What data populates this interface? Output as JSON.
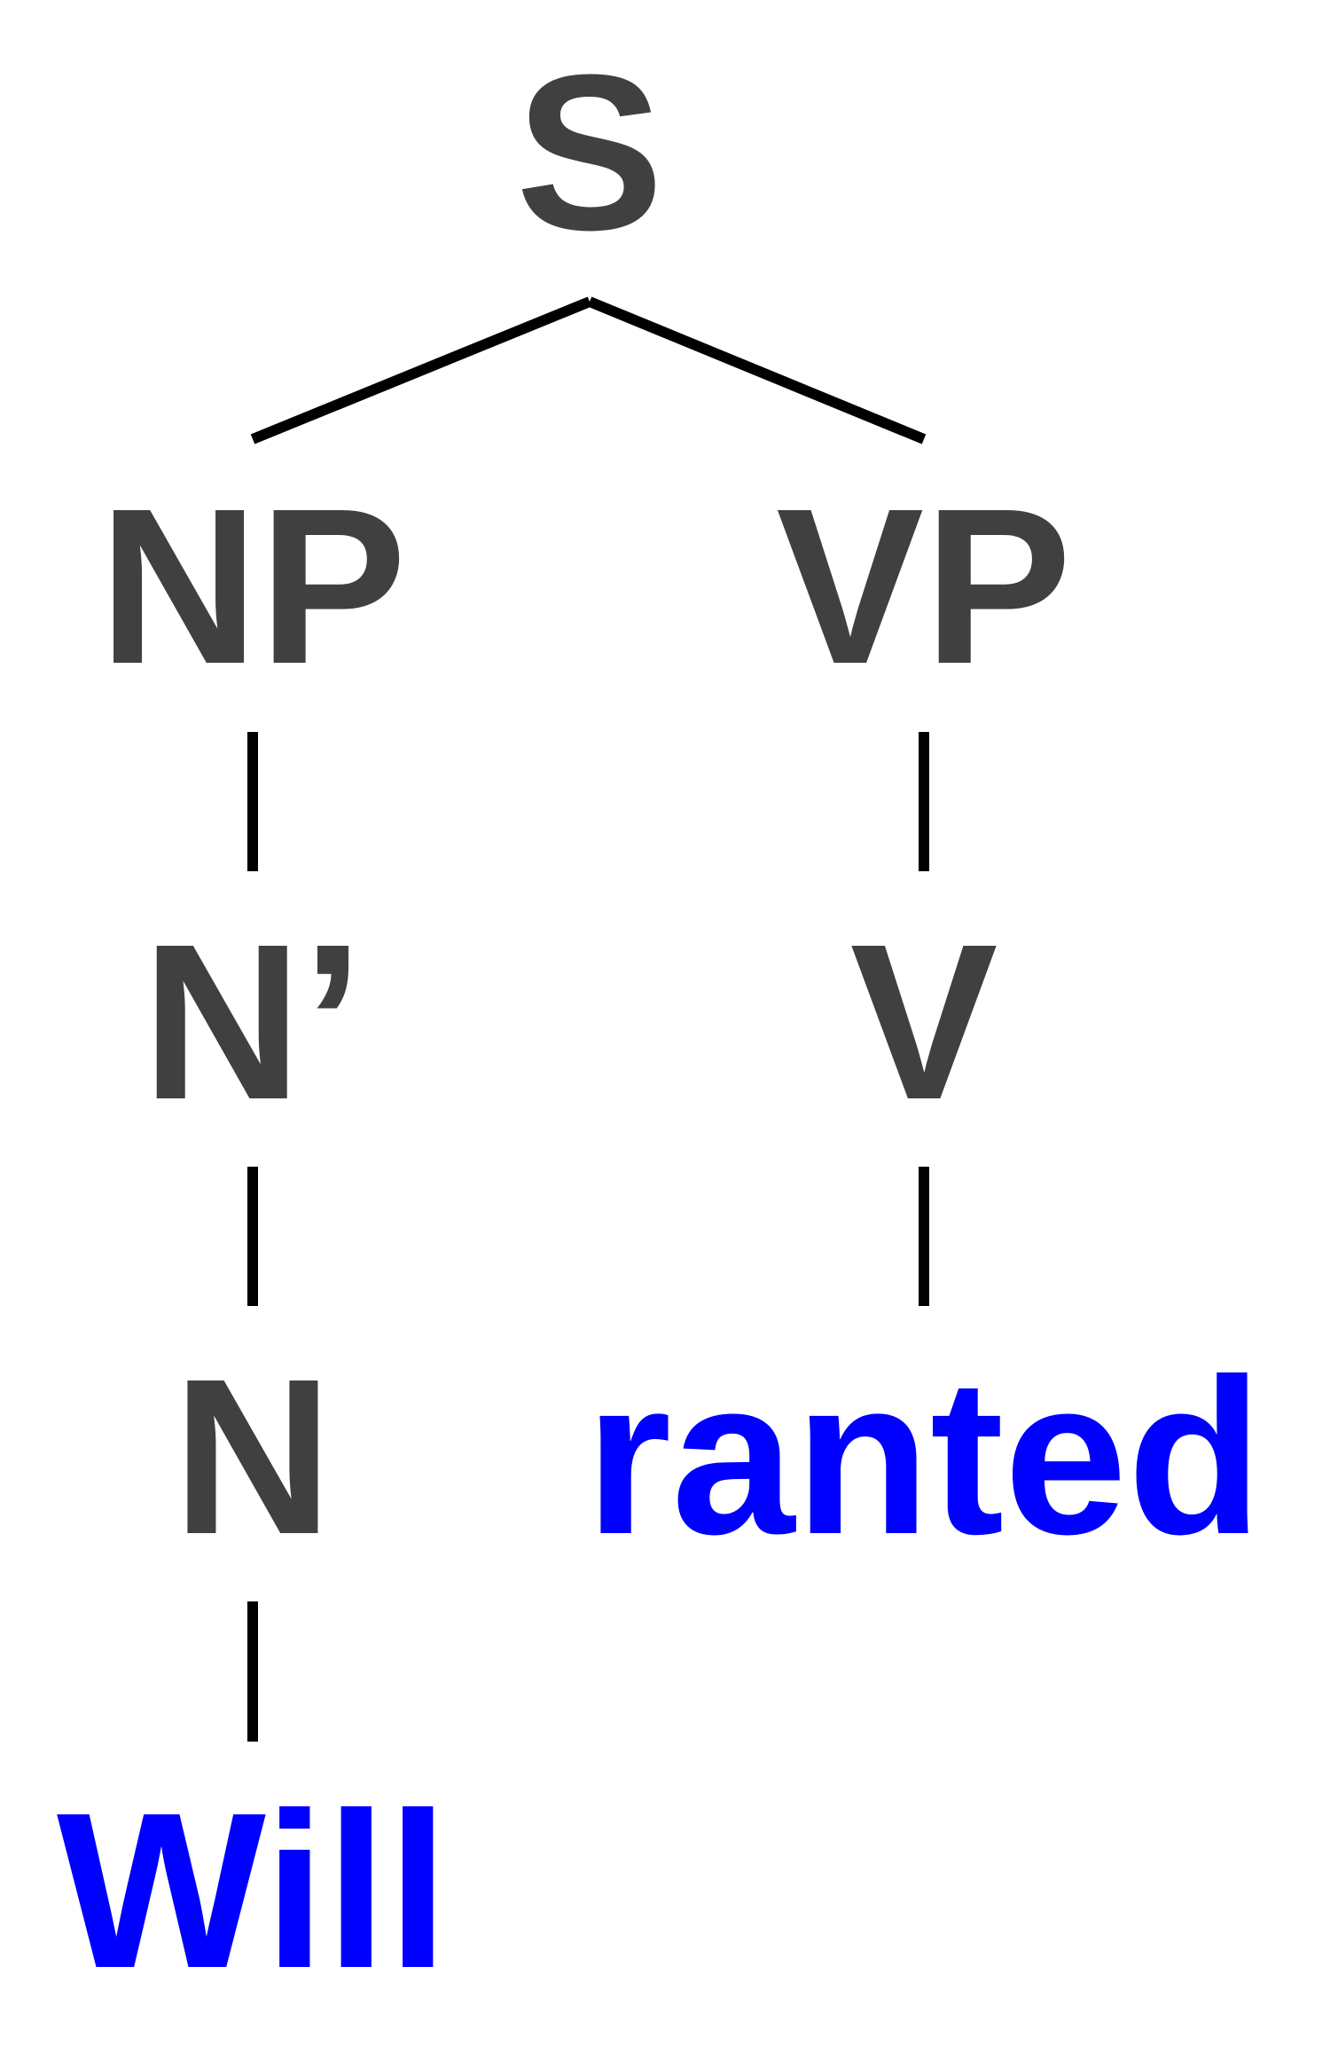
{
  "tree": {
    "nodes": [
      {
        "id": "S",
        "label": "S",
        "kind": "category"
      },
      {
        "id": "NP",
        "label": "NP",
        "kind": "category",
        "parent": "S"
      },
      {
        "id": "VP",
        "label": "VP",
        "kind": "category",
        "parent": "S"
      },
      {
        "id": "Nbar",
        "label": "N’",
        "kind": "category",
        "parent": "NP"
      },
      {
        "id": "V",
        "label": "V",
        "kind": "category",
        "parent": "VP"
      },
      {
        "id": "N",
        "label": "N",
        "kind": "category",
        "parent": "Nbar"
      },
      {
        "id": "ranted",
        "label": "ranted",
        "kind": "word",
        "parent": "V"
      },
      {
        "id": "Will",
        "label": "Will",
        "kind": "word",
        "parent": "N"
      }
    ]
  },
  "colors": {
    "category": "#404040",
    "word": "#0000ff",
    "edge": "#000000"
  }
}
